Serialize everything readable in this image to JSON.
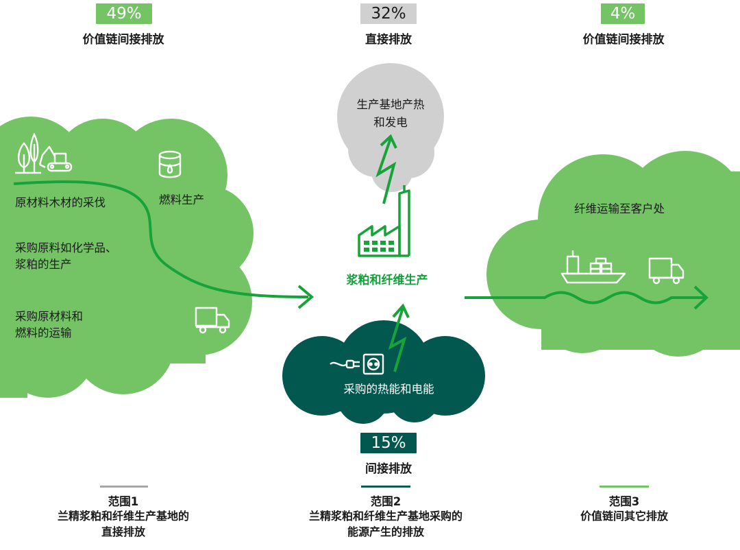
{
  "colors": {
    "light_green": "#74c466",
    "dark_teal": "#02584e",
    "gray": "#d0d0d0",
    "line_green": "#17a33a",
    "bold_green": "#13a23a",
    "scope1_bar": "#a6a6a6",
    "scope2_bar": "#0a5b50",
    "scope3_bar": "#74c466"
  },
  "top": {
    "left": {
      "percent": "49%",
      "label": "价值链间接排放"
    },
    "center": {
      "percent": "32%",
      "label": "直接排放"
    },
    "right": {
      "percent": "4%",
      "label": "价值链间接排放"
    }
  },
  "gray_cloud": {
    "line1": "生产基地产热",
    "line2": "和发电"
  },
  "left_cloud": {
    "item1": "原材料木材的采伐",
    "item2_line1": "采购原料如化学品、",
    "item2_line2": "浆粕的生产",
    "item3_line1": "采购原材料和",
    "item3_line2": "燃料的运输",
    "fuel": "燃料生产"
  },
  "factory_label": "浆粕和纤维生产",
  "right_cloud": {
    "text": "纤维运输至客户处"
  },
  "bottom_cloud": {
    "text": "采购的热能和电能"
  },
  "bottom_badge": {
    "percent": "15%",
    "label": "间接排放"
  },
  "scopes": [
    {
      "title": "范围1",
      "line1": "兰精浆粕和纤维生产基地的",
      "line2": "直接排放"
    },
    {
      "title": "范围2",
      "line1": "兰精浆粕和纤维生产基地采购的",
      "line2": "能源产生的排放"
    },
    {
      "title": "范围3",
      "line1": "价值链间其它排放",
      "line2": ""
    }
  ],
  "icons": [
    "trees-icon",
    "excavator-icon",
    "oil-barrel-icon",
    "truck-icon",
    "factory-icon",
    "lightning-icon",
    "plug-icon",
    "socket-icon",
    "cargo-ship-icon"
  ]
}
